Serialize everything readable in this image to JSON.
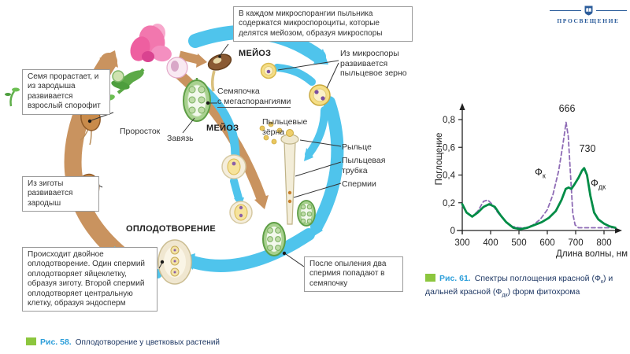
{
  "logo": {
    "name": "ПРОСВЕЩЕНИЕ"
  },
  "figure58": {
    "caption_label": "Рис. 58.",
    "caption_text": "Оплодотворение у цветковых растений",
    "boxes": {
      "microsporangia": "В каждом микроспорангии пыльника содержатся микроспороциты, которые делятся мейозом, образуя микроспоры",
      "seed_germinates": "Семя прорастает, и из зародыша развивается взрослый спорофит",
      "zygote_embryo": "Из зиготы развивается зародыш",
      "double_fertilization": "Происходит двойное оплодотворение. Один спермий оплодотворяет яйцеклетку, образуя зиготу. Второй спермий оплодотворяет центральную клетку, образуя эндосперм",
      "after_pollination": "После опыления два спермия попадают в семяпочку",
      "microspore_pollen": "Из микроспоры развивается пыльцевое зерно"
    },
    "labels": {
      "meiosis_top": "МЕЙОЗ",
      "meiosis_mid": "МЕЙОЗ",
      "fertilization": "ОПЛОДОТВОРЕНИЕ",
      "seedling": "Проросток",
      "ovary": "Завязь",
      "ovule_line1": "Семяпочка",
      "ovule_line2": "с мегаспорангиями",
      "pollen_grains_line1": "Пыльцевые",
      "pollen_grains_line2": "зёрна",
      "stigma": "Рыльце",
      "pollen_tube_line1": "Пыльцевая",
      "pollen_tube_line2": "трубка",
      "sperm": "Спермии"
    }
  },
  "figure61": {
    "caption_label": "Рис. 61.",
    "caption_parts": {
      "t1": "Спектры поглощения",
      "t2": "красной (Ф",
      "s1": "к",
      "t3": ") и дальней красной (Ф",
      "s2": "дк",
      "t4": ") форм фитохрома"
    }
  },
  "chart_data": {
    "type": "line",
    "title": "",
    "xlabel": "Длина волны, нм",
    "ylabel": "Поглощение",
    "xlim": [
      300,
      850
    ],
    "ylim": [
      0,
      0.85
    ],
    "grid": false,
    "legend_position": "inline-annotations",
    "xticks": [
      300,
      400,
      500,
      600,
      700,
      800
    ],
    "yticks": [
      "0",
      "0,2",
      "0,4",
      "0,6",
      "0,8"
    ],
    "ytick_values": [
      0,
      0.2,
      0.4,
      0.6,
      0.8
    ],
    "series": [
      {
        "name": "Фк (красная форма фитохрома)",
        "label_main": "Ф",
        "label_sub": "к",
        "style": "dashed",
        "color": "#8E6BB5",
        "x": [
          300,
          315,
          335,
          355,
          375,
          390,
          405,
          425,
          450,
          475,
          500,
          525,
          550,
          575,
          600,
          620,
          640,
          655,
          666,
          674,
          682,
          690,
          698,
          710,
          740,
          780,
          820,
          840
        ],
        "y": [
          0.18,
          0.13,
          0.1,
          0.14,
          0.21,
          0.22,
          0.19,
          0.13,
          0.07,
          0.03,
          0.02,
          0.02,
          0.04,
          0.08,
          0.15,
          0.26,
          0.43,
          0.62,
          0.78,
          0.68,
          0.4,
          0.12,
          0.04,
          0.02,
          0.02,
          0.02,
          0.02,
          0.02
        ]
      },
      {
        "name": "Фдк (дальняя красная форма фитохрома)",
        "label_main": "Ф",
        "label_sub": "дк",
        "style": "solid",
        "color": "#008C46",
        "x": [
          300,
          315,
          335,
          355,
          375,
          395,
          415,
          435,
          455,
          480,
          505,
          530,
          555,
          580,
          605,
          630,
          650,
          665,
          675,
          685,
          695,
          710,
          722,
          730,
          740,
          752,
          765,
          780,
          800,
          820,
          840
        ],
        "y": [
          0.19,
          0.13,
          0.1,
          0.13,
          0.17,
          0.19,
          0.17,
          0.11,
          0.06,
          0.02,
          0.01,
          0.02,
          0.04,
          0.06,
          0.09,
          0.14,
          0.22,
          0.3,
          0.31,
          0.3,
          0.33,
          0.38,
          0.43,
          0.45,
          0.4,
          0.25,
          0.13,
          0.08,
          0.05,
          0.03,
          0.02
        ]
      }
    ],
    "annotations": [
      {
        "text": "666",
        "x_nm": 666,
        "y_abs": 0.78
      },
      {
        "text": "730",
        "x_nm": 730,
        "y_abs": 0.45
      }
    ]
  }
}
